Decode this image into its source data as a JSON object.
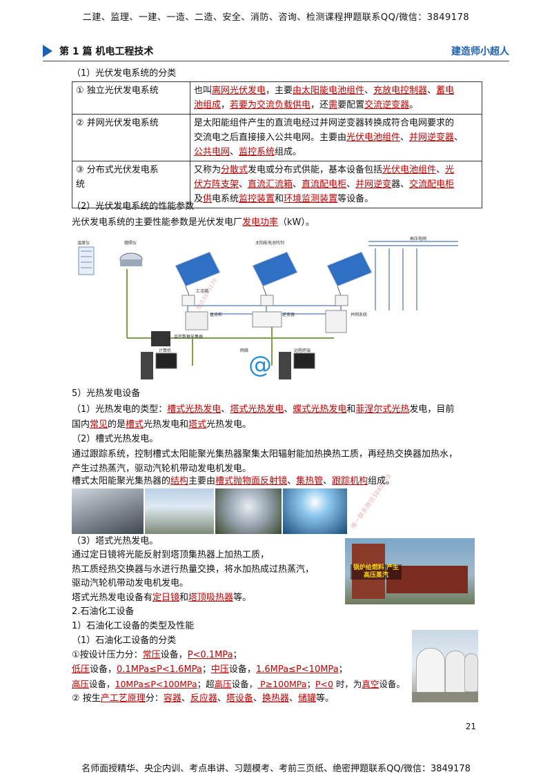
{
  "top_banner": "二建、监理、一建、一造、二造、安全、消防、咨询、检测课程押题联系QQ/微信：3849178",
  "header": {
    "chapter": "第 1 篇  机电工程技术",
    "author": "建造师小超人"
  },
  "s1_title": "（1）光伏发电系统的分类",
  "table": {
    "r1": {
      "label": "①  独立光伏发电系统",
      "a": "也叫",
      "b": "离网光伏发电",
      "c": "，主要",
      "d": "由太阳能电池组件",
      "e": "、",
      "f": "充放电控制器",
      "g": "、",
      "h": "蓄电",
      "i": "池组成",
      "j": "，",
      "k": "若要为交流负载供电",
      "l": "，还",
      "m": "需",
      "n": "要配置",
      "o": "交流逆变器",
      "p": "。"
    },
    "r2": {
      "label": "②  并网光伏发电系统",
      "a": "是太阳能组件产生的直流电经过并网逆变器转换成符合电网要求的",
      "b": "交流电之后直接接入公共电网。主要由",
      "c": "光伏电池组件",
      "d": "、",
      "e": "并网逆变器",
      "f": "、",
      "g": "公共电网",
      "h": "、",
      "i": "监控系统",
      "j": "组成。"
    },
    "r3": {
      "label1": "③  分布式光伏发电系",
      "label2": "统",
      "a": "又称为",
      "b": "分散式",
      "c": "发电或分布式供能，基本设备包括",
      "d": "光伏电池组件",
      "e": "、",
      "f": "光",
      "g": "伏方阵支架",
      "h": "、",
      "i": "直流汇流箱",
      "j": "、",
      "k": "直流配电柜",
      "l": "、",
      "m": "并网逆变",
      "n": "器、",
      "o": "交流配电柜",
      "p": "及",
      "q": "供",
      "r": "电系统",
      "s": "监控装置",
      "t": "和",
      "u": "环境监测装置",
      "v": "等设备。"
    }
  },
  "s2_title": "（2）光伏发电系统的性能参数",
  "s2_text": {
    "a": "光伏发电系统的主要性能参数是光伏发电厂",
    "b": "发电功率",
    "c": "（kW）。"
  },
  "diagram": {
    "l_meteo": "温度仪",
    "l_radiation": "辐照仪",
    "l_array": "太阳能电池阵列",
    "l_grid": "高压电网",
    "l_combiner": "汇流箱",
    "l_dc": "直流柜",
    "l_inverter": "逆变器",
    "l_ac": "并网系统",
    "l_monitor": "监控数据采集器",
    "l_pc1": "计算机",
    "l_net": "网络",
    "l_pc2": "远程终端",
    "watermark": "微信3849178"
  },
  "s5": {
    "title": "5）光热发电设备",
    "p1": {
      "a": "（1）光热发电的类型：",
      "b": "槽式光热发电",
      "c": "、",
      "d": "塔式光热发电",
      "e": "、",
      "f": "蝶式光热发电",
      "g": "和",
      "h": "菲涅尔式光热",
      "i": "发电，目前"
    },
    "p1b": {
      "a": "国内",
      "b": "常见",
      "c": "的是",
      "d": "槽式",
      "e": "光热发电和",
      "f": "塔式",
      "g": "光热发电。"
    },
    "p2_title": "（2）槽式光热发电。",
    "p2_l1": "通过跟踪系统，控制槽式太阳能聚光集热器聚集太阳辐射能加热换热工质，再经热交换器加热水，",
    "p2_l2": "产生过热蒸汽，驱动汽轮机带动发电机发电。",
    "p2_l3": {
      "a": "槽式太阳能聚光集热器的",
      "b": "结构",
      "c": "主要由",
      "d": "槽式抛物面反射镜",
      "e": "、",
      "f": "集热管",
      "g": "、",
      "h": "跟踪机构",
      "i": "组成。"
    },
    "p3_title": "（3）塔式光热发电。",
    "p3_l1": "通过定日镜将光能反射到塔顶集热器上加热工质，",
    "p3_l2": "热工质经热交换器与水进行热量交换，将水加热成过热蒸汽，",
    "p3_l3": "驱动汽轮机带动发电机发电。",
    "p3_l4": {
      "a": "塔式光热发电设备有",
      "b": "定日镜",
      "c": "和",
      "d": "塔顶吸热器",
      "e": "等。"
    },
    "photo_caption": "锅炉给燃料 产生高压蒸汽",
    "photo_wm": "唯一联系微信3849178"
  },
  "s_petro": {
    "h": "2.石油化工设备",
    "sub": "1）石油化工设备的类型及性能",
    "sub2": "（1）石油化工设备的分类",
    "l1": {
      "a": "①按设计压力分：",
      "b": "常压",
      "c": "设备，",
      "d": "P<0.1MPa",
      "e": "；"
    },
    "l2": {
      "a": "低压",
      "b": "设备，",
      "c": "0.1MPa≤P<1.6MPa",
      "d": "；",
      "e": "中压",
      "f": "设备，",
      "g": "1.6MPa≤P<10MPa",
      "h": "；"
    },
    "l3": {
      "a": "高压",
      "b": "设备，",
      "c": "10MPa≤P<100MPa",
      "d": "；超",
      "e": "高压",
      "f": "设备，",
      "g": " P≥100MPa",
      "h": "；",
      "i": "P<0",
      "j": " 时，为",
      "k": "真空",
      "l": "设备。"
    },
    "l4": {
      "a": "② 按生",
      "b": "产工艺原理",
      "c": "分：",
      "d": "容器",
      "e": "、",
      "f": "反应器",
      "g": "、",
      "h": "塔设备",
      "i": "、",
      "j": "换热器",
      "k": "、",
      "l": "储罐",
      "m": "等。"
    }
  },
  "page_number": "21",
  "bottom_banner": "名师面授精华、央企内训、考点串讲、习题模考、考前三页纸、绝密押题联系QQ/微信：3849178"
}
